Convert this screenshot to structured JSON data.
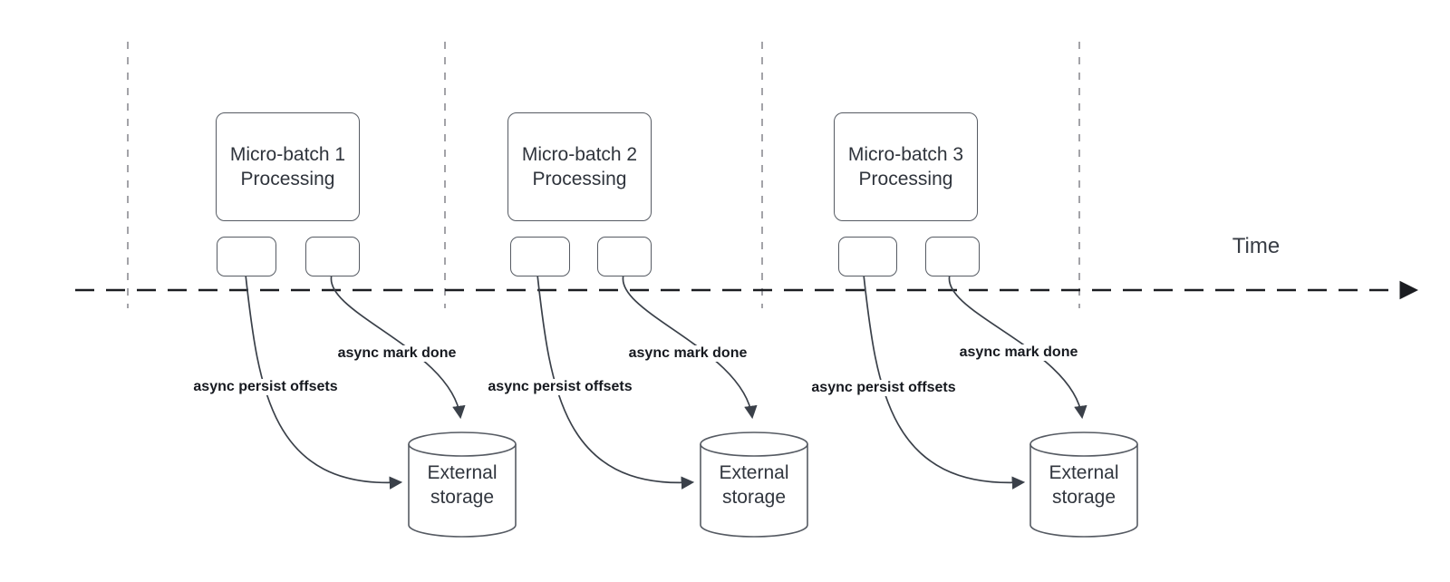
{
  "timeline": {
    "label": "Time"
  },
  "colors": {
    "shape_stroke": "#565b63",
    "curve_stroke": "#3a4049",
    "timeline_stroke": "#1b1d21",
    "guide_stroke": "#a3a3a8",
    "box_text": "#2f343c",
    "edge_label_text": "#16191f"
  },
  "groups": [
    {
      "title_line1": "Micro-batch 1",
      "title_line2": "Processing",
      "persist_label": "async persist offsets",
      "done_label": "async mark done",
      "storage_line1": "External",
      "storage_line2": "storage"
    },
    {
      "title_line1": "Micro-batch 2",
      "title_line2": "Processing",
      "persist_label": "async persist offsets",
      "done_label": "async mark done",
      "storage_line1": "External",
      "storage_line2": "storage"
    },
    {
      "title_line1": "Micro-batch 3",
      "title_line2": "Processing",
      "persist_label": "async persist offsets",
      "done_label": "async mark done",
      "storage_line1": "External",
      "storage_line2": "storage"
    }
  ]
}
